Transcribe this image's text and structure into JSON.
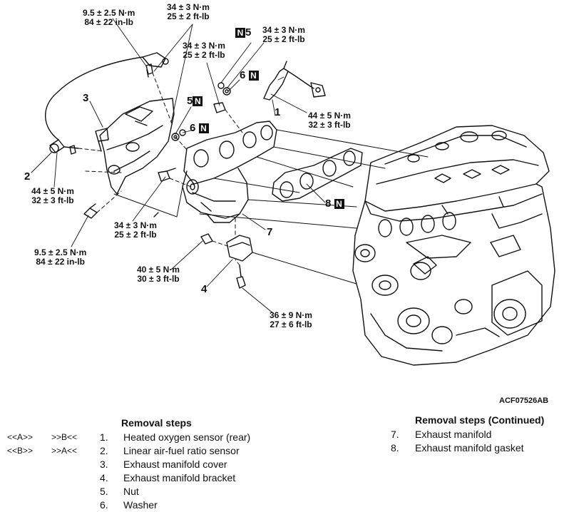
{
  "figure": {
    "code": "ACF07526AB",
    "callouts": {
      "n1": "1",
      "n2": "2",
      "n3": "3",
      "n4": "4",
      "n5a": "5",
      "n5b": "5",
      "n6a": "6",
      "n6b": "6",
      "n7": "7",
      "n8": "8"
    },
    "n_mark": "N",
    "torques": {
      "t1": [
        "9.5 ± 2.5 N·m",
        "84 ± 22 in-lb"
      ],
      "t2": [
        "34 ± 3 N·m",
        "25 ± 2 ft-lb"
      ],
      "t3": [
        "34 ± 3 N·m",
        "25 ± 2 ft-lb"
      ],
      "t4": [
        "34 ± 3 N·m",
        "25 ± 2 ft-lb"
      ],
      "t5": [
        "44 ± 5 N·m",
        "32 ± 3 ft-lb"
      ],
      "t6": [
        "44 ± 5 N·m",
        "32 ± 3 ft-lb"
      ],
      "t7": [
        "34 ± 3 N·m",
        "25 ± 2 ft-lb"
      ],
      "t8": [
        "9.5 ± 2.5 N·m",
        "84 ± 22 in-lb"
      ],
      "t9": [
        "40 ± 5 N·m",
        "30 ± 3 ft-lb"
      ],
      "t10": [
        "36 ± 9 N·m",
        "27 ± 6 ft-lb"
      ]
    }
  },
  "steps_left": {
    "title": "Removal steps",
    "items": [
      {
        "inst": "<<A>>",
        "rem": ">>B<<",
        "num": "1.",
        "text": "Heated oxygen sensor (rear)"
      },
      {
        "inst": "<<B>>",
        "rem": ">>A<<",
        "num": "2.",
        "text": "Linear air-fuel ratio sensor"
      },
      {
        "inst": "",
        "rem": "",
        "num": "3.",
        "text": "Exhaust manifold cover"
      },
      {
        "inst": "",
        "rem": "",
        "num": "4.",
        "text": "Exhaust manifold bracket"
      },
      {
        "inst": "",
        "rem": "",
        "num": "5.",
        "text": "Nut"
      },
      {
        "inst": "",
        "rem": "",
        "num": "6.",
        "text": "Washer"
      }
    ]
  },
  "steps_right": {
    "title": "Removal steps (Continued)",
    "items": [
      {
        "num": "7.",
        "text": "Exhaust manifold"
      },
      {
        "num": "8.",
        "text": "Exhaust manifold gasket"
      }
    ]
  }
}
